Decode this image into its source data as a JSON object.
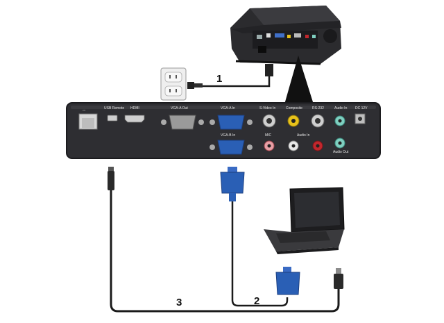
{
  "connection_numbers": [
    "1",
    "2",
    "3"
  ],
  "panel_labels": {
    "usb_remote": "USB Remote",
    "hdmi": "HDMI",
    "vga_a_out": "VGA-A Out",
    "vga_a_in": "VGA-A In",
    "vga_b_in": "VGA-B In",
    "s_video_in": "S-Video In",
    "composite": "Composite",
    "rs232": "RS-232",
    "audio_in": "Audio In",
    "dc_12v": "DC 12V",
    "mic": "MIC",
    "audio_r": "Audio In",
    "audio_out": "Audio Out"
  },
  "colors": {
    "panel": "#2e2e32",
    "panel_edge": "#1b1b1e",
    "vga_blue": "#2a5fb5",
    "cable": "#1a1a1a",
    "composite_yellow": "#e8c21a",
    "audio_red": "#c2272d",
    "audio_green": "#7fcfc0",
    "laptop_body": "#2b2b2d"
  }
}
